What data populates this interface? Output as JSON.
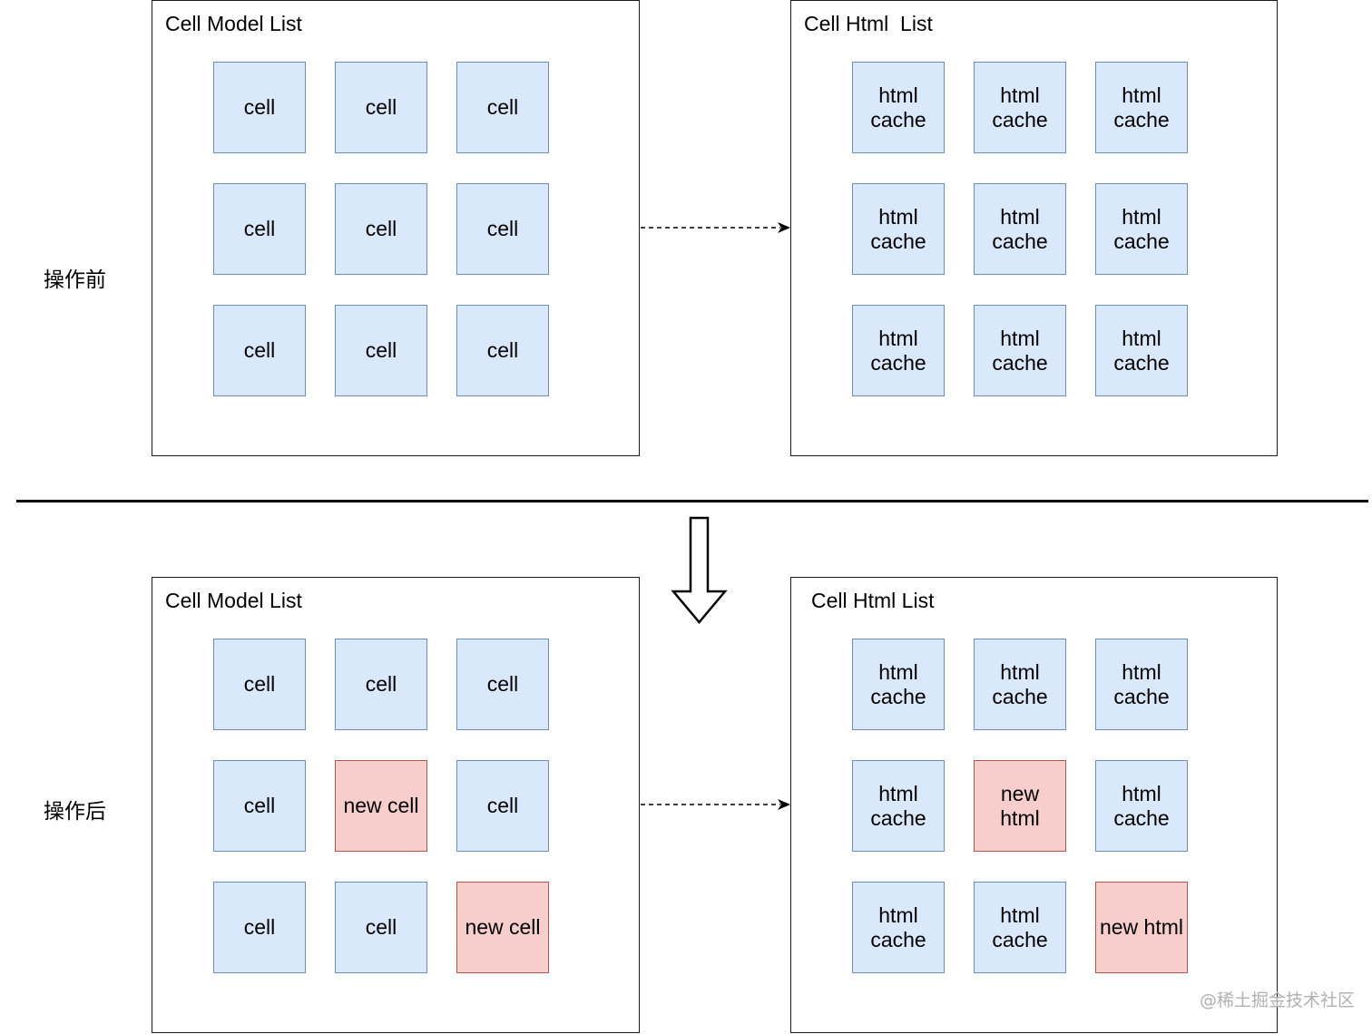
{
  "before": {
    "label": "操作前",
    "model_list": {
      "title": "Cell Model List",
      "cells": [
        {
          "text": "cell",
          "new": false
        },
        {
          "text": "cell",
          "new": false
        },
        {
          "text": "cell",
          "new": false
        },
        {
          "text": "cell",
          "new": false
        },
        {
          "text": "cell",
          "new": false
        },
        {
          "text": "cell",
          "new": false
        },
        {
          "text": "cell",
          "new": false
        },
        {
          "text": "cell",
          "new": false
        },
        {
          "text": "cell",
          "new": false
        }
      ]
    },
    "html_list": {
      "title": "Cell Html  List",
      "cells": [
        {
          "text": "html\ncache",
          "new": false
        },
        {
          "text": "html\ncache",
          "new": false
        },
        {
          "text": "html\ncache",
          "new": false
        },
        {
          "text": "html\ncache",
          "new": false
        },
        {
          "text": "html\ncache",
          "new": false
        },
        {
          "text": "html\ncache",
          "new": false
        },
        {
          "text": "html\ncache",
          "new": false
        },
        {
          "text": "html\ncache",
          "new": false
        },
        {
          "text": "html\ncache",
          "new": false
        }
      ]
    }
  },
  "after": {
    "label": "操作后",
    "model_list": {
      "title": "Cell Model List",
      "cells": [
        {
          "text": "cell",
          "new": false
        },
        {
          "text": "cell",
          "new": false
        },
        {
          "text": "cell",
          "new": false
        },
        {
          "text": "cell",
          "new": false
        },
        {
          "text": "new cell",
          "new": true
        },
        {
          "text": "cell",
          "new": false
        },
        {
          "text": "cell",
          "new": false
        },
        {
          "text": "cell",
          "new": false
        },
        {
          "text": "new cell",
          "new": true
        }
      ]
    },
    "html_list": {
      "title": "Cell Html List",
      "cells": [
        {
          "text": "html\ncache",
          "new": false
        },
        {
          "text": "html\ncache",
          "new": false
        },
        {
          "text": "html\ncache",
          "new": false
        },
        {
          "text": "html\ncache",
          "new": false
        },
        {
          "text": "new\nhtml",
          "new": true
        },
        {
          "text": "html\ncache",
          "new": false
        },
        {
          "text": "html\ncache",
          "new": false
        },
        {
          "text": "html\ncache",
          "new": false
        },
        {
          "text": "new html",
          "new": true
        }
      ]
    }
  },
  "colors": {
    "cell_fill": "#dae8fc",
    "cell_border": "#6c8ebf",
    "new_fill": "#f8cecc",
    "new_border": "#b85450"
  },
  "watermark": "@稀土掘金技术社区"
}
